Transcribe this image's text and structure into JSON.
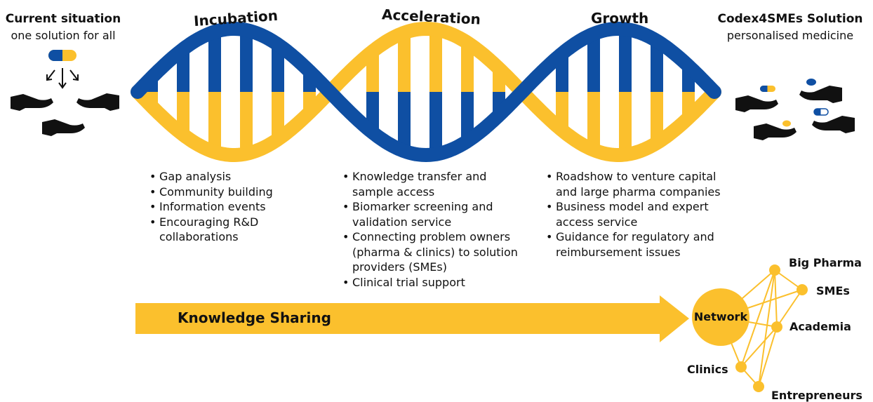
{
  "left": {
    "title": "Current situation",
    "subtitle": "one solution for all"
  },
  "right": {
    "title": "Codex4SMEs Solution",
    "subtitle": "personalised medicine"
  },
  "phases": [
    {
      "title": "Incubation",
      "bullets": [
        "Gap analysis",
        "Community building",
        "Information events",
        "Encouraging R&D collaborations"
      ]
    },
    {
      "title": "Acceleration",
      "bullets": [
        "Knowledge transfer and sample access",
        "Biomarker screening and validation service",
        "Connecting problem owners (pharma & clinics) to solution providers (SMEs)",
        "Clinical trial support"
      ]
    },
    {
      "title": "Growth",
      "bullets": [
        "Roadshow to venture capital and large pharma companies",
        "Business model and expert access service",
        "Guidance for regulatory and reimbursement issues"
      ]
    }
  ],
  "arrow": {
    "label": "Knowledge Sharing"
  },
  "network": {
    "center": "Network",
    "nodes": [
      "Big Pharma",
      "SMEs",
      "Academia",
      "Clinics",
      "Entrepreneurs"
    ]
  },
  "colors": {
    "blue": "#0f4fa3",
    "yellow": "#fbc02d",
    "dark": "#111111"
  },
  "icons": [
    "pill-icon",
    "down-arrow-icon",
    "open-hand-icon",
    "small-pill-icon"
  ]
}
